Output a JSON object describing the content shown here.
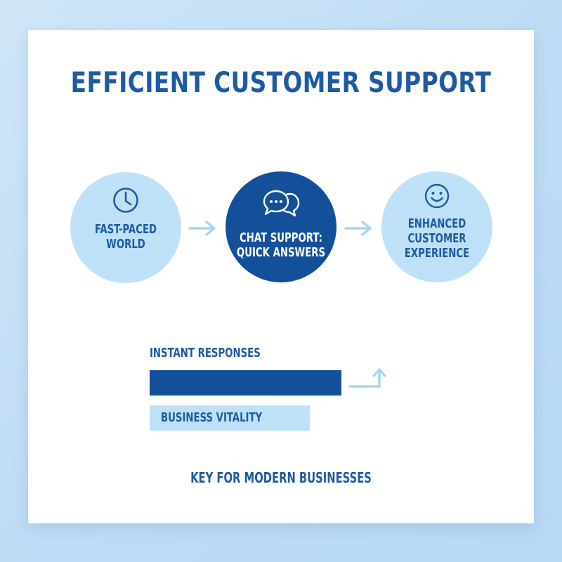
{
  "title": "EFFICIENT CUSTOMER SUPPORT",
  "flow": [
    {
      "label_lines": [
        "FAST-PACED",
        "WORLD"
      ],
      "icon": "clock-icon",
      "style": "light"
    },
    {
      "label_lines": [
        "CHAT SUPPORT:",
        "QUICK ANSWERS"
      ],
      "icon": "chat-bubbles-icon",
      "style": "dark"
    },
    {
      "label_lines": [
        "ENHANCED",
        "CUSTOMER",
        "EXPERIENCE"
      ],
      "icon": "smiley-icon",
      "style": "light"
    }
  ],
  "bars": {
    "instant_label": "INSTANT RESPONSES",
    "vitality_label": "BUSINESS VITALITY"
  },
  "footer": "KEY FOR MODERN BUSINESSES",
  "colors": {
    "primary_dark": "#14509a",
    "primary_text": "#1d5aa3",
    "light_fill": "#bfe1f7",
    "arrow": "#a9d4f3"
  }
}
